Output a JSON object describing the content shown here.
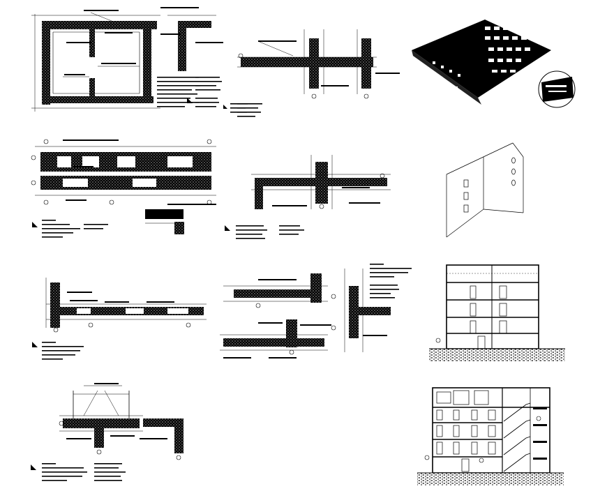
{
  "sheet": {
    "background": "#ffffff",
    "ink": "#000000"
  },
  "details": [
    {
      "name": "plan-detail-top-left"
    },
    {
      "name": "wall-junction-detail-top-center"
    },
    {
      "name": "isometric-view-top-right"
    },
    {
      "name": "wall-strip-detail-row2"
    },
    {
      "name": "t-junction-detail-row2"
    },
    {
      "name": "perspective-sketch-row2"
    },
    {
      "name": "corner-wall-detail-row3"
    },
    {
      "name": "cross-junction-detail-row3"
    },
    {
      "name": "section-elevation-row3"
    },
    {
      "name": "t-junction-detail-row4"
    },
    {
      "name": "building-section-row4"
    }
  ]
}
